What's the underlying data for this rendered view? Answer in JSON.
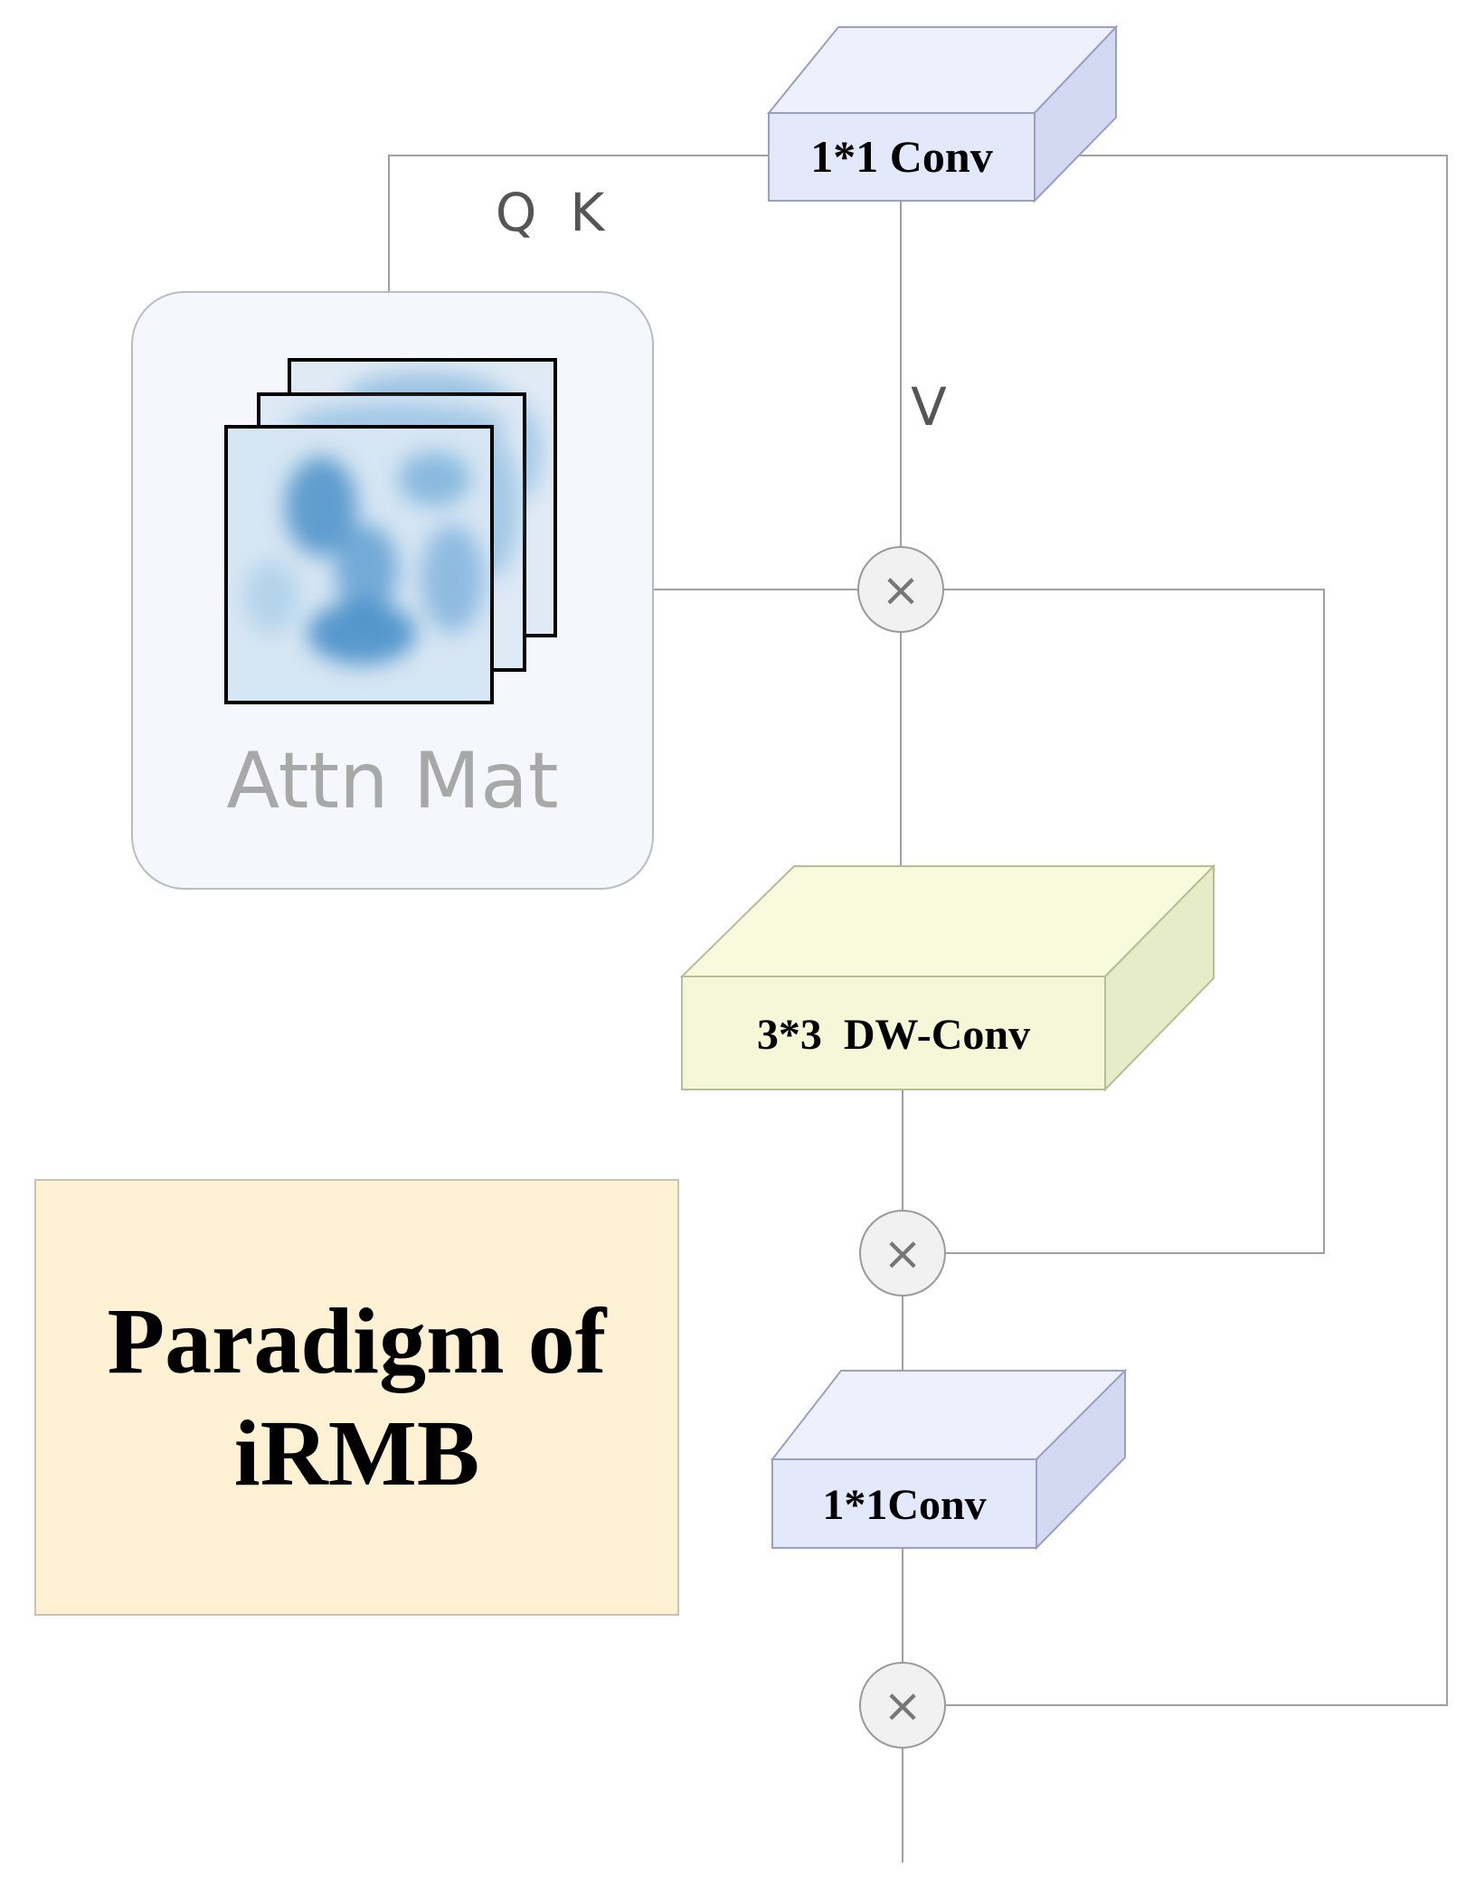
{
  "blocks": {
    "top_conv": "1*1 Conv",
    "dw_conv": "3*3  DW-Conv",
    "bottom_conv": "1*1Conv"
  },
  "labels": {
    "qk": "Q  K",
    "v": "V",
    "attn_mat": "Attn Mat"
  },
  "operators": {
    "multiply_symbol": "×"
  },
  "title": {
    "line1": "Paradigm of",
    "line2": "iRMB"
  },
  "colors": {
    "conv_block": "#e3e9fb",
    "dw_block": "#f4f8d8",
    "paradigm_bg": "#fff2d4",
    "attn_panel": "#f5f7fc",
    "heatmap": "#4a90c8",
    "line": "#a0a0a0"
  },
  "icons": [
    "multiply-operator-icon",
    "attention-heatmap-icon"
  ]
}
